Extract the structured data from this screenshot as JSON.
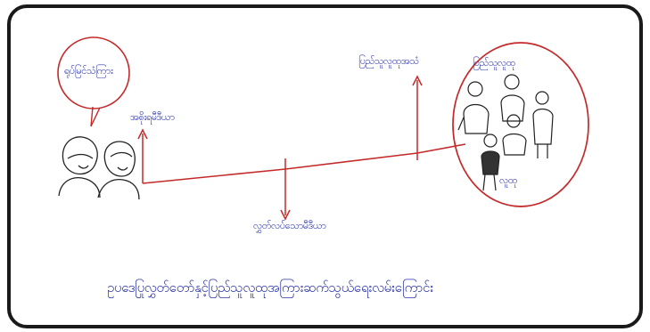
{
  "colors": {
    "frame": "#1a1a1a",
    "ink_red": "#c42a2a",
    "ink_blue": "#2b34a8",
    "ink_black": "#222222"
  },
  "labels": {
    "top_left_bubble": "ရုပ်မြင်သံကြား",
    "left_arrow": "အစိုးရမီဒီယာ",
    "center_arrow": "လွှတ်လပ်သောမီဒီယာ",
    "top_right_arrow": "ပြည်သူလူထုအသံ",
    "crowd_top": "ပြည်သူလူထု",
    "crowd_bottom": "လူထု"
  },
  "caption": "ဥပဒေပြုလွှတ်တော်နှင့်ပြည်သူလူထုအကြားဆက်သွယ်ရေးလမ်းကြောင်း"
}
